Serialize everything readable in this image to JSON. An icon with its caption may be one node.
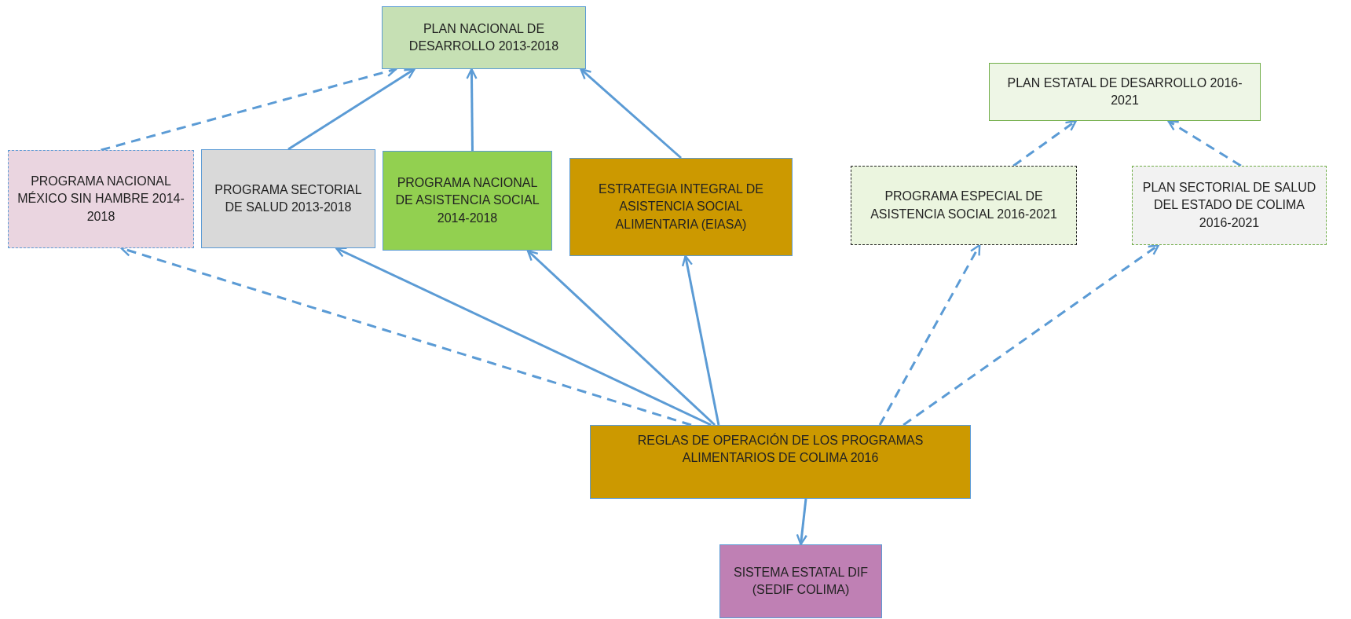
{
  "diagram": {
    "nodes": [
      {
        "text": [
          "PLAN NACIONAL DE DESARROLLO 2013-2018"
        ]
      },
      {
        "text": [
          "PLAN ESTATAL DE DESARROLLO 2016-2021"
        ]
      },
      {
        "text": [
          "PROGRAMA NACIONAL MÉXICO SIN HAMBRE 2014-2018"
        ]
      },
      {
        "text": [
          "PROGRAMA SECTORIAL DE SALUD 2013-2018"
        ]
      },
      {
        "text": [
          "PROGRAMA NACIONAL DE ASISTENCIA SOCIAL 2014-2018"
        ]
      },
      {
        "text": [
          "ESTRATEGIA INTEGRAL DE ASISTENCIA SOCIAL ALIMENTARIA (EIASA)"
        ]
      },
      {
        "text": [
          "PROGRAMA ESPECIAL DE ASISTENCIA SOCIAL 2016-2021"
        ]
      },
      {
        "text": [
          "PLAN SECTORIAL DE SALUD DEL ESTADO DE COLIMA 2016-2021"
        ]
      },
      {
        "text": [
          "REGLAS DE OPERACIÓN DE LOS PROGRAMAS ALIMENTARIOS DE COLIMA 2016"
        ]
      },
      {
        "text": [
          "SISTEMA ESTATAL DIF (SEDIF COLIMA)"
        ]
      }
    ],
    "edges": [
      {
        "from": 2,
        "to": 0,
        "arrow": "to",
        "style": "dashed"
      },
      {
        "from": 3,
        "to": 0,
        "arrow": "to"
      },
      {
        "from": 4,
        "to": 0,
        "arrow": "to"
      },
      {
        "from": 5,
        "to": 0,
        "arrow": "to"
      },
      {
        "from": 6,
        "to": 1,
        "arrow": "to",
        "style": "dashed"
      },
      {
        "from": 7,
        "to": 1,
        "arrow": "to",
        "style": "dashed"
      },
      {
        "from": 8,
        "to": 2,
        "arrow": "to",
        "style": "dashed"
      },
      {
        "from": 8,
        "to": 3,
        "arrow": "to"
      },
      {
        "from": 8,
        "to": 4,
        "arrow": "to"
      },
      {
        "from": 8,
        "to": 5,
        "arrow": "to"
      },
      {
        "from": 8,
        "to": 6,
        "arrow": "to",
        "style": "dashed"
      },
      {
        "from": 8,
        "to": 7,
        "arrow": "to",
        "style": "dashed"
      },
      {
        "from": 8,
        "to": 9,
        "arrow": "to"
      }
    ]
  }
}
